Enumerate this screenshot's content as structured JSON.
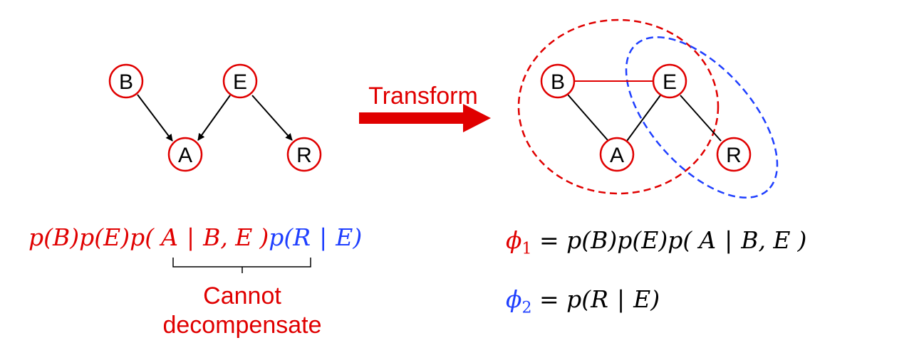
{
  "colors": {
    "red": "#e00000",
    "blue": "#1f3fff",
    "black": "#000000"
  },
  "left_graph": {
    "nodes": {
      "B": "B",
      "E": "E",
      "A": "A",
      "R": "R"
    }
  },
  "arrow": {
    "label": "Transform"
  },
  "right_graph": {
    "nodes": {
      "B": "B",
      "E": "E",
      "A": "A",
      "R": "R"
    }
  },
  "left_formula": {
    "red_part_1": "p(B)p(E)p(",
    "red_part_2": "A",
    "red_part_3": "|",
    "red_part_4": "B, E",
    "red_part_5": ")",
    "blue_part_1": "p(R",
    "blue_part_2": "|",
    "blue_part_3": "E)"
  },
  "caption": {
    "line1": "Cannot",
    "line2": "decompensate"
  },
  "phi1": {
    "symbol": "ϕ",
    "sub": "1",
    "expr_a": " = p(B)p(E)p(",
    "expr_b": "A",
    "expr_c": "|",
    "expr_d": "B, E",
    "expr_e": ")"
  },
  "phi2": {
    "symbol": "ϕ",
    "sub": "2",
    "expr_a": " = p(R",
    "expr_b": "|",
    "expr_c": "E)"
  }
}
